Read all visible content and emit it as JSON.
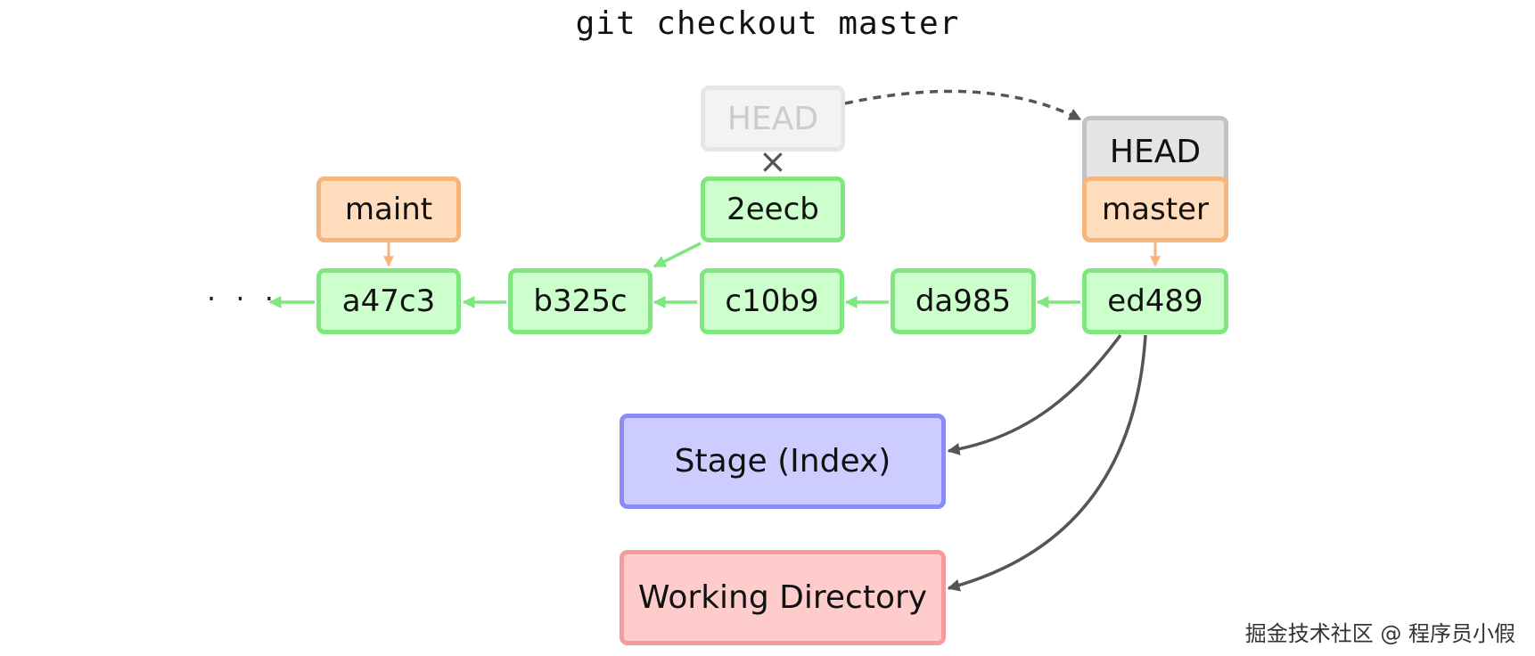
{
  "title": "git checkout master",
  "continuation": "· · ·",
  "commits": {
    "a47c3": "a47c3",
    "b325c": "b325c",
    "c10b9": "c10b9",
    "da985": "da985",
    "ed489": "ed489",
    "2eecb": "2eecb"
  },
  "branches": {
    "maint": "maint",
    "master": "master"
  },
  "head": {
    "old_label": "HEAD",
    "new_label": "HEAD",
    "detached_mark": "×"
  },
  "areas": {
    "stage": "Stage (Index)",
    "working_directory": "Working Directory"
  },
  "watermark": "掘金技术社区 @ 程序员小假",
  "colors": {
    "commit_fill": "#ccffcc",
    "commit_border": "#7ee87e",
    "branch_fill": "#ffdcbc",
    "branch_border": "#f7b57e",
    "head_fill": "#e4e4e4",
    "head_border": "#c2c2c2",
    "stage_fill": "#ccccff",
    "stage_border": "#8b8bf5",
    "workdir_fill": "#ffcccc",
    "workdir_border": "#f59b9b",
    "arrow_dark": "#555555"
  }
}
